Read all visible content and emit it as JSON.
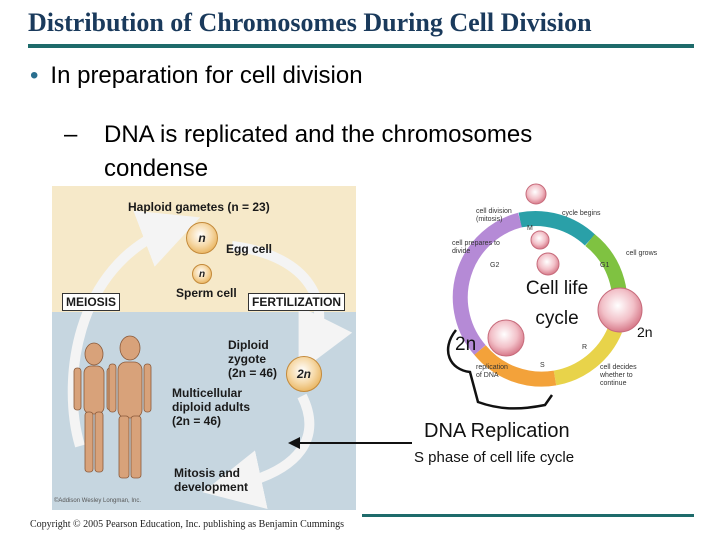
{
  "slide": {
    "title": "Distribution of Chromosomes During Cell Division",
    "bullet1": "In preparation for cell division",
    "bullet2": "DNA is replicated and the chromosomes condense",
    "copyright": "Copyright © 2005 Pearson Education, Inc. publishing as Benjamin Cummings"
  },
  "figure": {
    "haploid_title": "Haploid gametes (n = 23)",
    "egg_cell": "Egg cell",
    "sperm_cell": "Sperm cell",
    "egg_symbol": "n",
    "sperm_symbol": "n",
    "meiosis": "MEIOSIS",
    "fertilization": "FERTILIZATION",
    "zygote_line1": "Diploid",
    "zygote_line2": "zygote",
    "zygote_line3": "(2n = 46)",
    "zygote_symbol": "2n",
    "adults_line1": "Multicellular",
    "adults_line2": "diploid adults",
    "adults_line3": "(2n = 46)",
    "mitosis_line1": "Mitosis and",
    "mitosis_line2": "development",
    "credit": "©Addison Wesley Longman, Inc."
  },
  "cycle": {
    "center_label": "Cell life cycle",
    "label_2n_left": "2n",
    "label_2n_right": "2n",
    "cell_division": "cell division (mitosis)",
    "cycle_begins": "cycle begins",
    "cell_prepares": "cell prepares to divide",
    "cell_grows": "cell grows",
    "replication": "replication of DNA",
    "cell_decides": "cell decides whether to continue",
    "phase_m": "M",
    "phase_g1": "G1",
    "phase_g2": "G2",
    "phase_s": "S",
    "phase_r": "R",
    "dna_replication": "DNA Replication",
    "s_phase": "S phase of cell life cycle"
  },
  "colors": {
    "title": "#1a3a5c",
    "rule": "#1e6b6b",
    "bullet_dot": "#2a6f8f"
  }
}
